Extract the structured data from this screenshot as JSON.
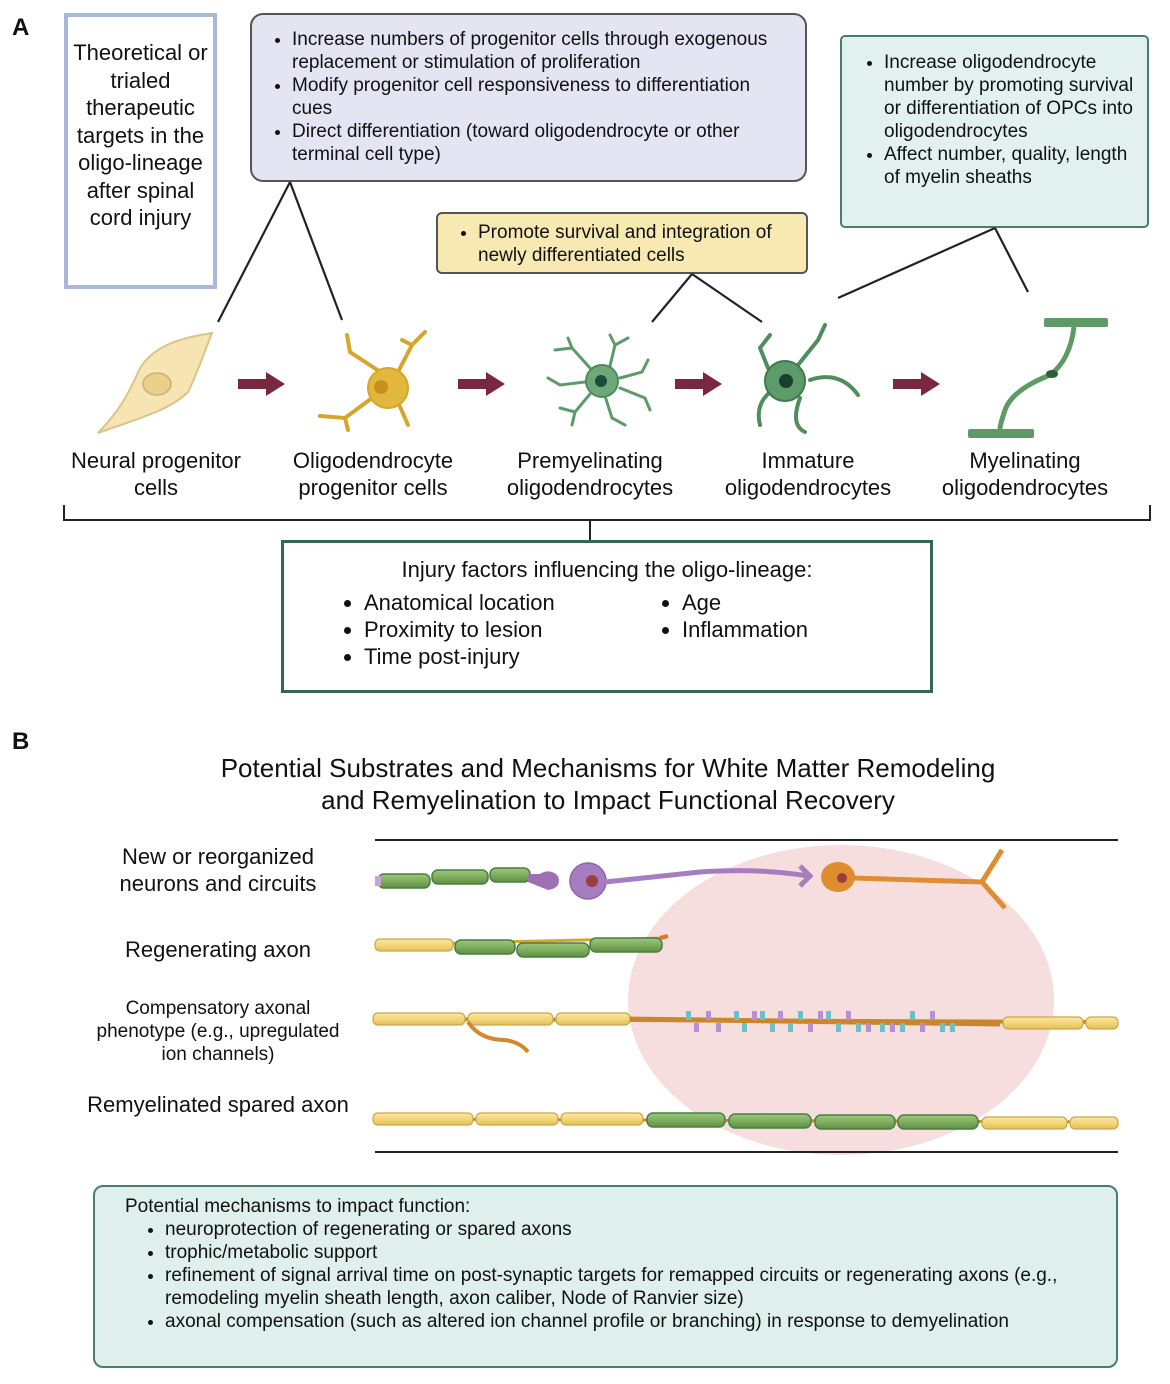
{
  "panel_a": {
    "letter": "A",
    "theory_box": {
      "text": "Theoretical or trialed therapeutic targets in the oligo-lineage after spinal cord injury"
    },
    "strategy_box": {
      "items": [
        "Increase numbers of progenitor cells through exogenous replacement or stimulation of proliferation",
        "Modify progenitor cell responsiveness to differentiation cues",
        "Direct differentiation (toward oligodendrocyte or other terminal cell type)"
      ]
    },
    "survival_box": {
      "items": [
        "Promote survival and integration of newly differentiated cells"
      ]
    },
    "myelin_box": {
      "items": [
        "Increase oligodendrocyte number by promoting survival or differentiation of OPCs into oligodendrocytes",
        "Affect number, quality, length of myelin sheaths"
      ]
    },
    "stages": [
      {
        "label": "Neural progenitor cells",
        "color": "#f6e4b2"
      },
      {
        "label": "Oligodendrocyte progenitor cells",
        "color": "#e2b73d"
      },
      {
        "label": "Premyelinating oligodendrocytes",
        "color": "#5f9a6a"
      },
      {
        "label": "Immature oligodendrocytes",
        "color": "#4f8c5e"
      },
      {
        "label": "Myelinating oligodendrocytes",
        "color": "#5e9a65"
      }
    ],
    "arrow_color": "#7a2840",
    "injury_box": {
      "title": "Injury factors influencing the oligo-lineage:",
      "col1": [
        "Anatomical location",
        "Proximity to lesion",
        "Time post-injury"
      ],
      "col2": [
        "Age",
        "Inflammation"
      ]
    }
  },
  "panel_b": {
    "letter": "B",
    "title_line1": "Potential Substrates and Mechanisms for White Matter Remodeling",
    "title_line2": "and Remyelination to Impact Functional Recovery",
    "rows": [
      {
        "label": "New or reorganized neurons and circuits"
      },
      {
        "label": "Regenerating axon"
      },
      {
        "label": "Compensatory axonal phenotype (e.g., upregulated ion channels)"
      },
      {
        "label": "Remyelinated spared axon"
      }
    ],
    "lesion_color": "#f6dede",
    "mechanisms": {
      "title": "Potential mechanisms to impact function:",
      "items": [
        "neuroprotection of regenerating or spared axons",
        "trophic/metabolic support",
        "refinement of signal arrival time on post-synaptic targets for remapped circuits or regenerating axons (e.g., remodeling myelin sheath length, axon caliber, Node of Ranvier size)",
        "axonal compensation (such as altered ion channel profile or branching) in response to demyelination"
      ]
    }
  }
}
